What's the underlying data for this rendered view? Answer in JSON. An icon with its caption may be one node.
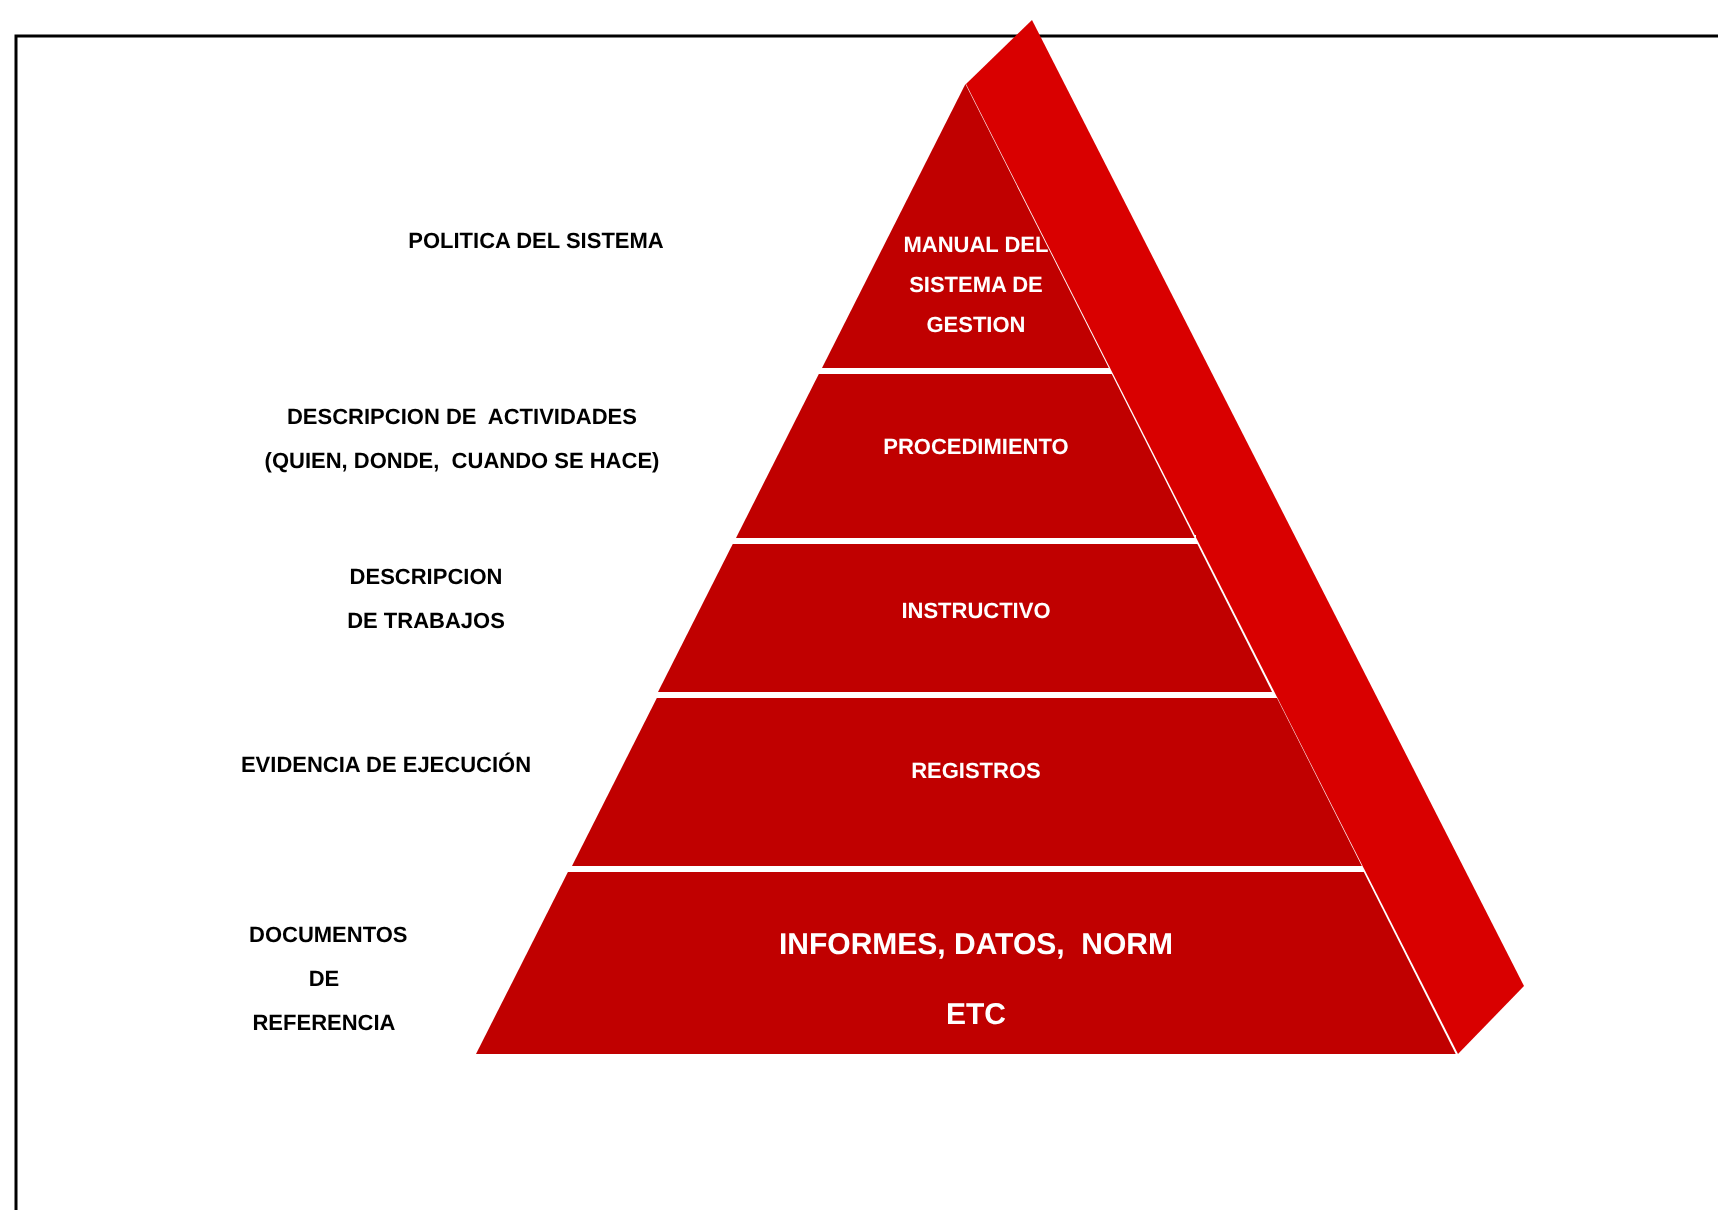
{
  "diagram": {
    "nodes": [
      {
        "text": [
          "MANUAL DEL SISTEMA DE GESTION"
        ]
      },
      {
        "text": [
          "PROCEDIMIENTO"
        ]
      },
      {
        "text": [
          "INSTRUCTIVO"
        ]
      },
      {
        "text": [
          "REGISTROS"
        ]
      },
      {
        "text": [
          "INFORMES, DATOS,  NORM",
          "ETC"
        ]
      }
    ],
    "labels": [
      "POLITICA DEL SISTEMA",
      "DESCRIPCION DE  ACTIVIDADES (QUIEN, DONDE,  CUANDO SE HACE)",
      "DESCRIPCION DE TRABAJOS",
      "EVIDENCIA DE EJECUCIÓN",
      "DOCUMENTOS DE REFERENCIA"
    ]
  }
}
